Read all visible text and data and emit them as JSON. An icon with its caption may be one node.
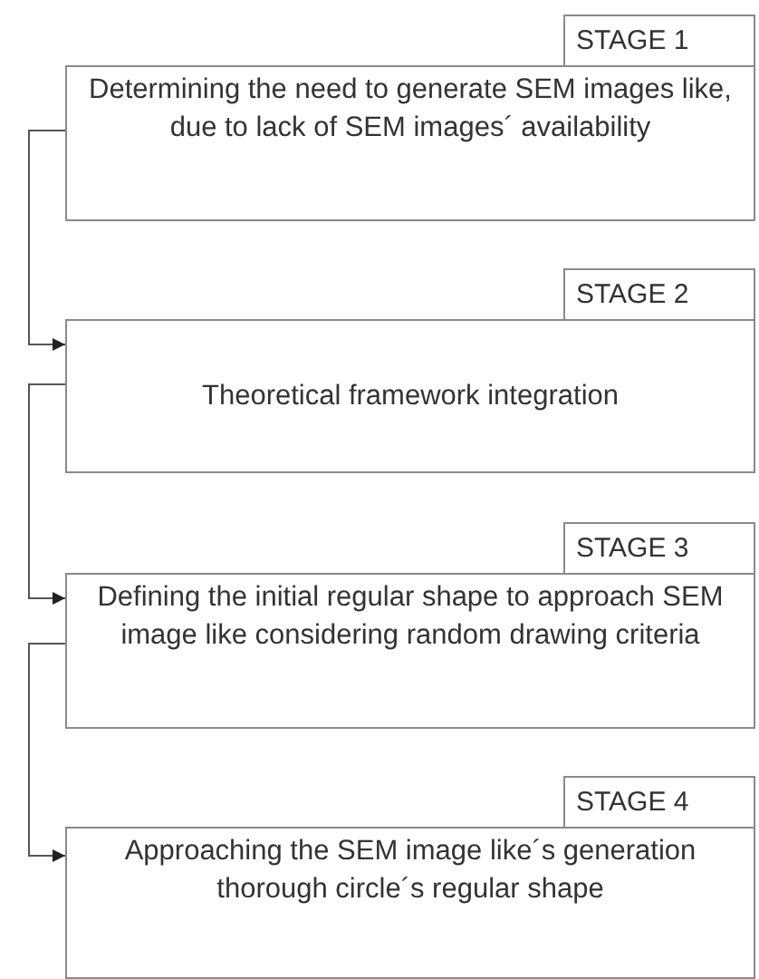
{
  "diagram": {
    "nodes": [
      {
        "text": [
          "STAGE 1",
          "Determining the need to generate SEM images like, due to lack of SEM images´ availability"
        ]
      },
      {
        "text": [
          "STAGE 2",
          "Theoretical framework integration"
        ]
      },
      {
        "text": [
          "STAGE 3",
          "Defining the initial regular shape to approach SEM image like considering random drawing criteria"
        ]
      },
      {
        "text": [
          "STAGE 4",
          "Approaching the SEM image like´s generation thorough circle´s regular shape"
        ]
      }
    ],
    "edges": [
      {
        "from": 0,
        "to": 1,
        "arrow": "to"
      },
      {
        "from": 1,
        "to": 2,
        "arrow": "to"
      },
      {
        "from": 2,
        "to": 3,
        "arrow": "to"
      }
    ]
  }
}
